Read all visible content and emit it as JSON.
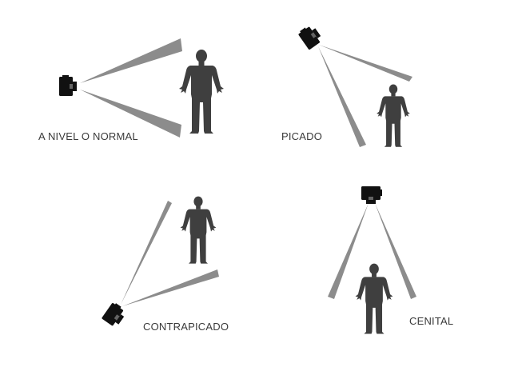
{
  "colors": {
    "background": "#ffffff",
    "beam": "#8c8c8c",
    "figure": "#3f3f3f",
    "camera": "#111111",
    "label_text": "#3a3a3a"
  },
  "panels": [
    {
      "id": "nivel",
      "label": "A NIVEL O NORMAL",
      "camera_icon": "camera-icon",
      "figure_icon": "person-icon"
    },
    {
      "id": "picado",
      "label": "PICADO",
      "camera_icon": "camera-icon",
      "figure_icon": "person-icon"
    },
    {
      "id": "contrapicado",
      "label": "CONTRAPICADO",
      "camera_icon": "camera-icon",
      "figure_icon": "person-icon"
    },
    {
      "id": "cenital",
      "label": "CENITAL",
      "camera_icon": "camera-icon",
      "figure_icon": "person-icon"
    }
  ]
}
